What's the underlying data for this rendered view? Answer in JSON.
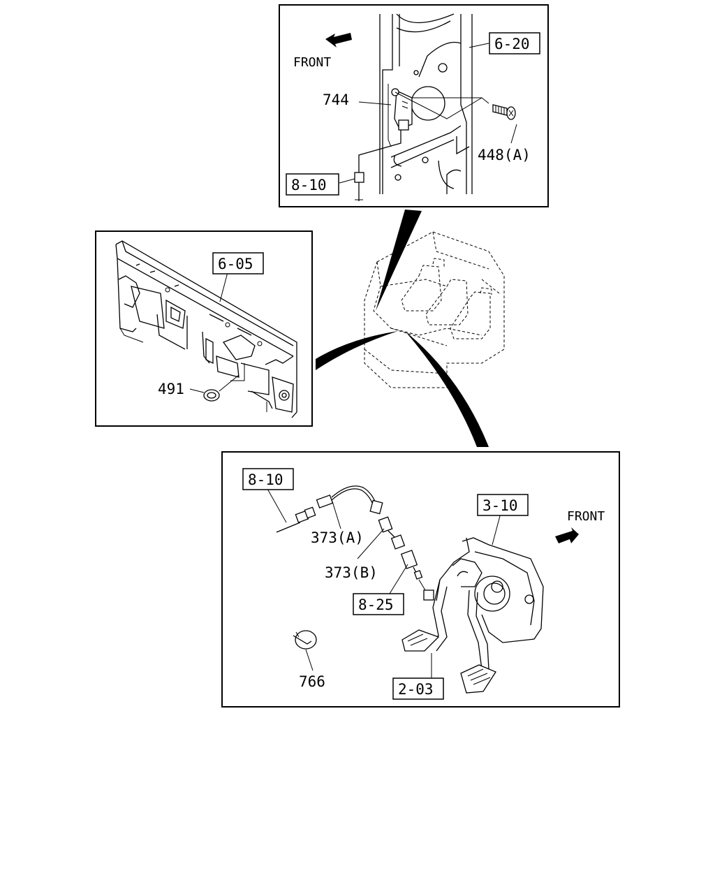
{
  "callouts": {
    "top": {
      "front": "FRONT",
      "ref_6_20": "6-20",
      "part_744": "744",
      "part_448a": "448(A)",
      "ref_8_10": "8-10"
    },
    "left": {
      "ref_6_05": "6-05",
      "part_491": "491"
    },
    "bottom": {
      "ref_8_10": "8-10",
      "part_373a": "373(A)",
      "part_373b": "373(B)",
      "ref_8_25": "8-25",
      "ref_3_10": "3-10",
      "front": "FRONT",
      "part_766": "766",
      "ref_2_03": "2-03"
    }
  }
}
